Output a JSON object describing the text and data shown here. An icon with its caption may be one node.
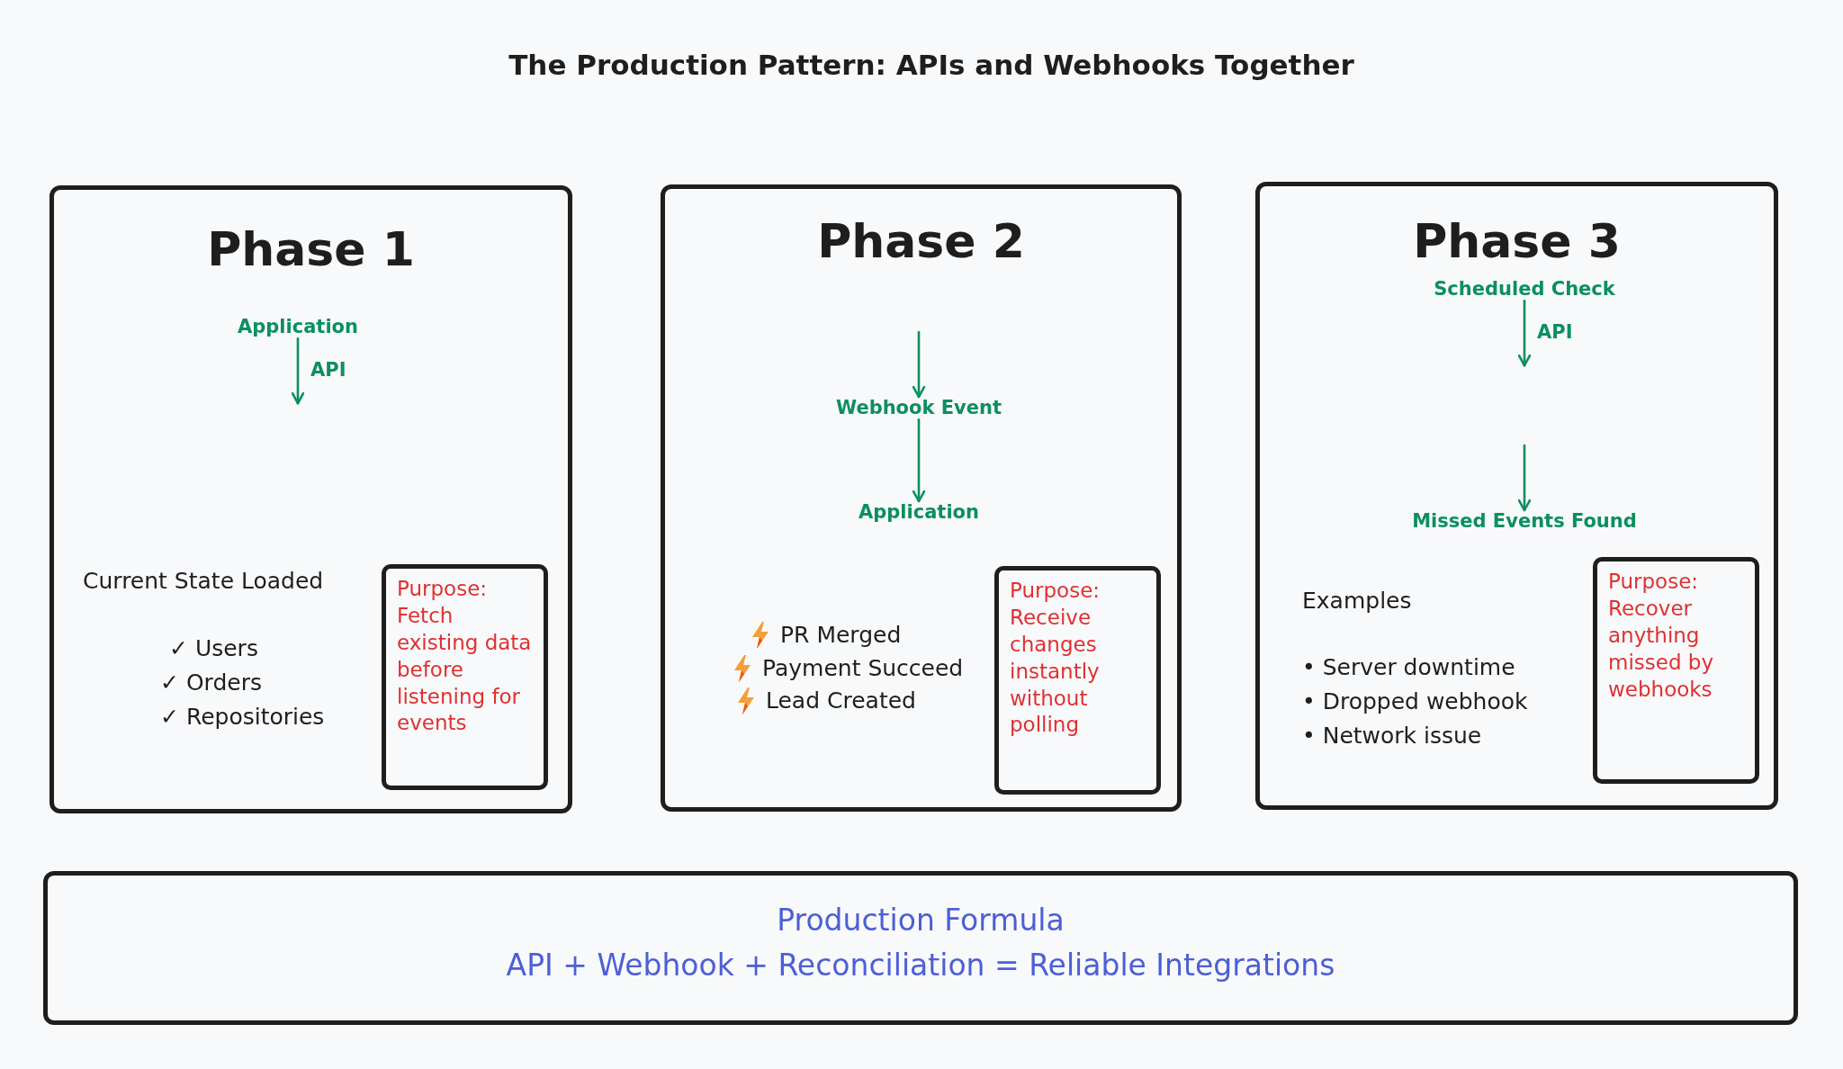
{
  "diagram": {
    "title": "The Production Pattern: APIs and Webhooks Together",
    "nodes": [
      {
        "text": [
          "Phase 1",
          "Current State Loaded",
          "✓ Users",
          "✓ Orders",
          "✓ Repositories"
        ]
      },
      {
        "text": [
          "Application"
        ],
        "in": 0
      },
      {
        "text": [
          "Purpose: Fetch existing data before listening for events"
        ],
        "in": 0
      },
      {
        "text": [
          "Phase 2",
          "PR Merged",
          "Payment Succeed",
          "Lead Created"
        ]
      },
      {
        "text": [
          "Webhook Event"
        ],
        "in": 3
      },
      {
        "text": [
          "Application"
        ],
        "in": 3
      },
      {
        "text": [
          "Purpose: Receive changes instantly without polling"
        ],
        "in": 3
      },
      {
        "text": [
          "Phase 3",
          "Examples",
          "• Server downtime",
          "• Dropped webhook",
          "• Network issue"
        ]
      },
      {
        "text": [
          "Scheduled Check"
        ],
        "in": 7
      },
      {
        "text": [
          "Missed Events Found"
        ],
        "in": 7
      },
      {
        "text": [
          "Purpose: Recover anything missed by webhooks"
        ],
        "in": 7
      },
      {
        "text": [
          "Production Formula",
          "API + Webhook + Reconciliation = Reliable Integrations"
        ]
      }
    ],
    "edges": [
      {
        "from": 1,
        "to": null,
        "arrow": "to",
        "label": "API"
      },
      {
        "from": null,
        "to": 4,
        "arrow": "to"
      },
      {
        "from": 4,
        "to": 5,
        "arrow": "to"
      },
      {
        "from": 8,
        "to": null,
        "arrow": "to",
        "label": "API"
      },
      {
        "from": null,
        "to": 9,
        "arrow": "to"
      }
    ]
  }
}
